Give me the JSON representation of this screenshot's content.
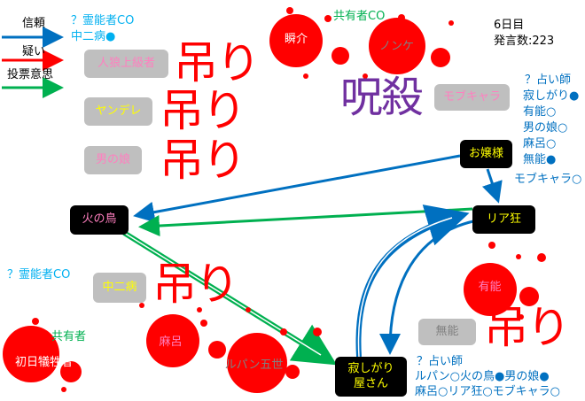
{
  "legend": {
    "trust": "信頼",
    "doubt": "疑い",
    "vote": "投票意思"
  },
  "colors": {
    "trust": "#0070C0",
    "doubt": "#FF0000",
    "vote": "#00B050",
    "claim": "#00B0F0",
    "cursed": "#7030A0"
  },
  "status": {
    "day": "6日目",
    "posts": "発言数:223"
  },
  "labels": {
    "hanged": "吊り",
    "cursed_kill": "呪殺"
  },
  "players": {
    "jinrou": "人狼上級者",
    "yandere": "ヤンデレ",
    "otokonoko": "男の娘",
    "shunsuke": "瞬介",
    "nonke": "ノンケ",
    "mob": "モブキャラ",
    "ojousama": "お嬢様",
    "riakyou": "リア狂",
    "hinotori": "火の鳥",
    "chuuni": "中二病",
    "shonichi": "初日犠牲者",
    "maro": "麻呂",
    "lupin": "ルパン五世",
    "yuunou": "有能",
    "munou": "無能",
    "sabishigari_1": "寂しがり",
    "sabishigari_2": "屋さん"
  },
  "claims": {
    "medium_top": [
      "？霊能者CO",
      "中二病●"
    ],
    "share_top": "共有者CO",
    "medium_left": "？霊能者CO",
    "share_left": "共有者",
    "seer_right": [
      "？占い師",
      "寂しがり●",
      "有能○",
      "男の娘○",
      "麻呂○",
      "無能●",
      "モブキャラ○"
    ],
    "seer_bottom": [
      "？占い師",
      "ルパン○火の鳥●男の娘●",
      "麻呂○リア狂○モブキャラ○"
    ]
  }
}
